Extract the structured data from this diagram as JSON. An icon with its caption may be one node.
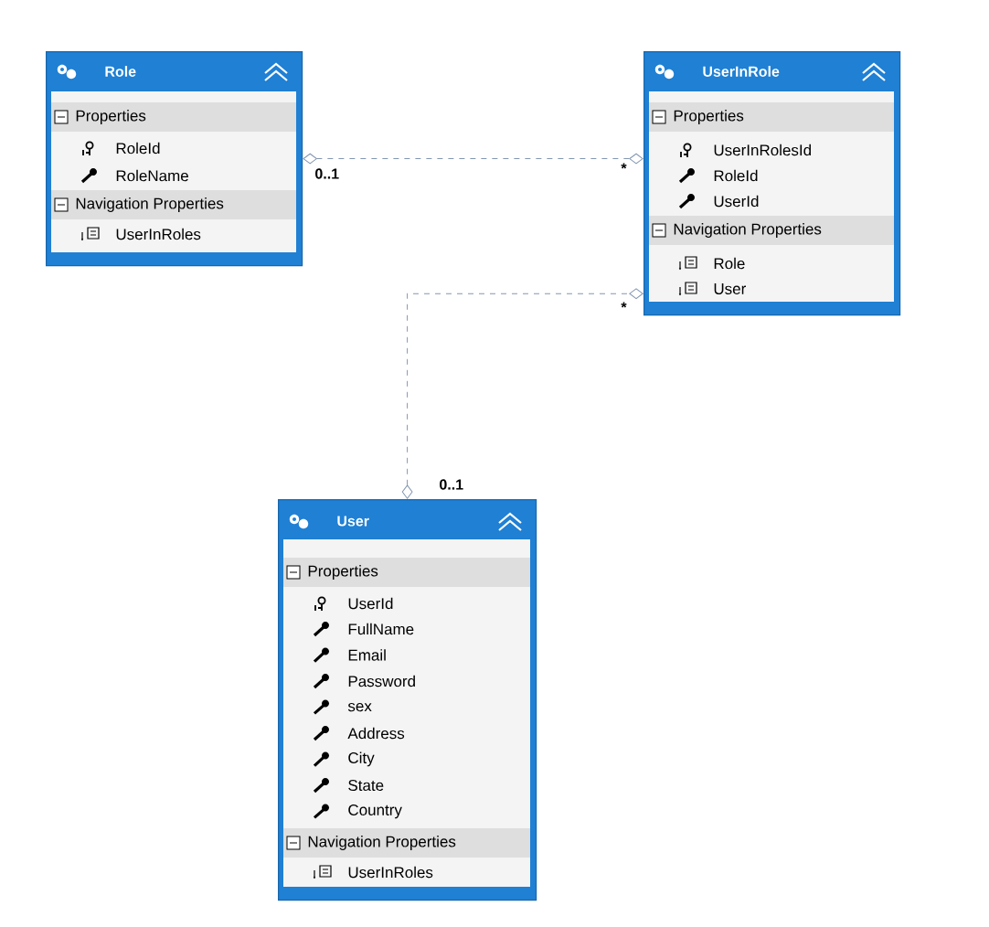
{
  "diagram": {
    "nodes": [
      {
        "text": [
          "Role",
          "Properties",
          "RoleId",
          "RoleName",
          "Navigation Properties",
          "UserInRoles"
        ]
      },
      {
        "text": [
          "UserInRole",
          "Properties",
          "UserInRolesId",
          "RoleId",
          "UserId",
          "Navigation Properties",
          "Role",
          "User"
        ]
      },
      {
        "text": [
          "User",
          "Properties",
          "UserId",
          "FullName",
          "Email",
          "Password",
          "sex",
          "Address",
          "City",
          "State",
          "Country",
          "Navigation Properties",
          "UserInRoles"
        ]
      }
    ],
    "edges": [
      {
        "from": 0,
        "to": 1,
        "arrow": "other",
        "style": "dashed"
      },
      {
        "from": 2,
        "to": 1,
        "arrow": "other",
        "style": "dashed"
      }
    ],
    "labels": [
      "0..1",
      "*",
      "*",
      "0..1"
    ]
  }
}
